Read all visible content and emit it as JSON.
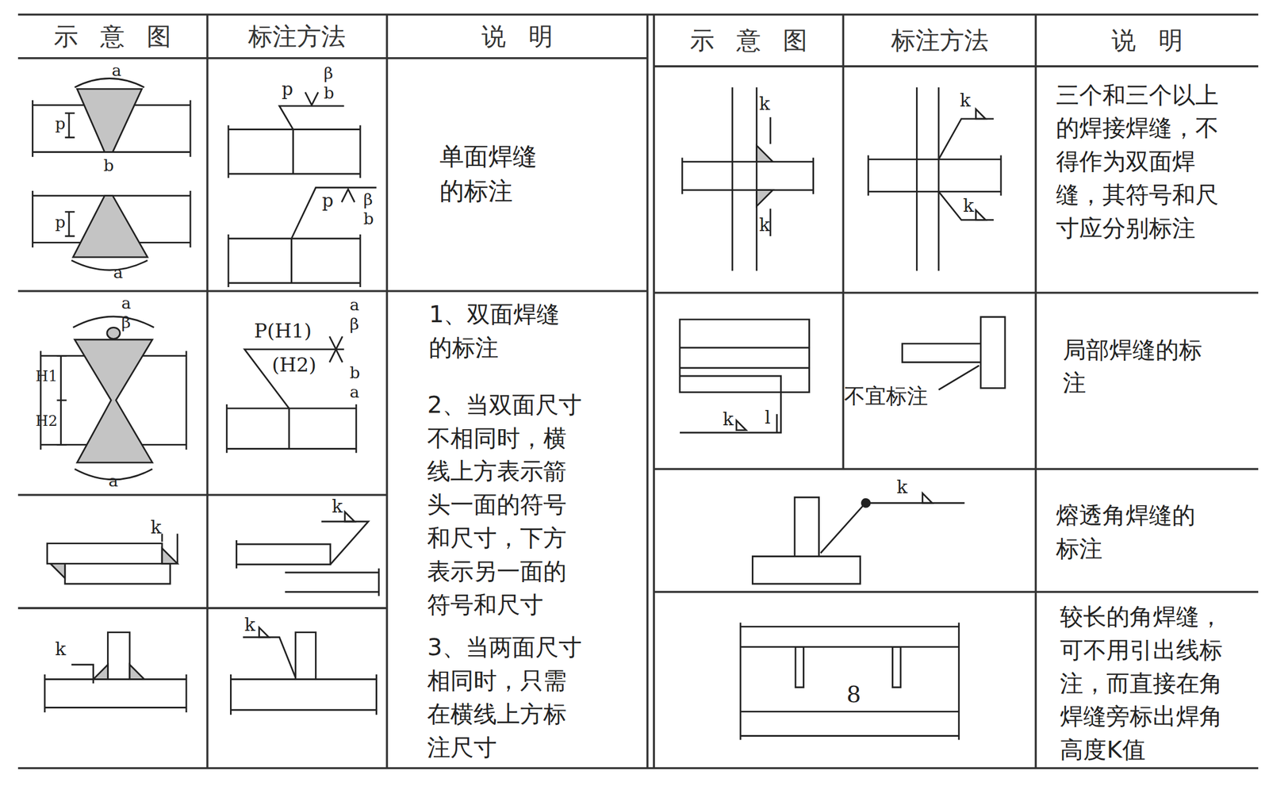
{
  "diagram": {
    "labels": [
      "示 意 图",
      "标注方法",
      "说 明",
      "示 意 图",
      "标注方法",
      "说 明",
      "a",
      "p",
      "b",
      "p",
      "a",
      "p",
      "β",
      "b",
      "p",
      "β",
      "b",
      "单面焊缝的标注",
      "a",
      "β",
      "H1",
      "H2",
      "a",
      "P(H1)",
      "(H2)",
      "a",
      "β",
      "b",
      "a",
      "1、双面焊缝的标注",
      "2、当双面尺寸不相同时，横线上方表示箭头一面的符号和尺寸，下方表示另一面的符号和尺寸",
      "3、当两面尺寸相同时，只需在横线上方标注尺寸",
      "k",
      "k",
      "k",
      "k",
      "k",
      "k",
      "k",
      "k",
      "三个和三个以上的焊接焊缝，不得作为双面焊缝，其符号和尺寸应分别标注",
      "k",
      "l",
      "不宜标注",
      "局部焊缝的标注",
      "k",
      "熔透角焊缝的标注",
      "8",
      "较长的角焊缝，可不用引出线标注，而直接在角焊缝旁标出焊角高度K值"
    ]
  }
}
